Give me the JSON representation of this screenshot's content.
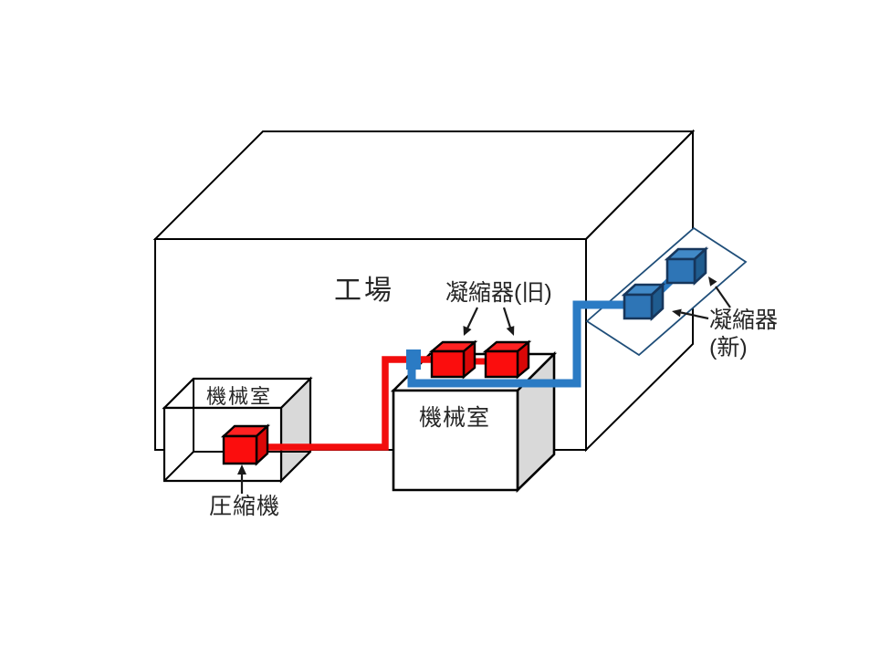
{
  "labels": {
    "factory": "工場",
    "condenser_old": "凝縮器(旧)",
    "condenser_new_line1": "凝縮器",
    "condenser_new_line2": "(新)",
    "machine_room_left": "機械室",
    "machine_room_center": "機械室",
    "compressor": "圧縮機"
  },
  "colors": {
    "bg": "#ffffff",
    "ink": "#000000",
    "text_color": "#262626",
    "pipe_red": "#f20d0d",
    "pipe_blue": "#2b7bc4",
    "red_front": "#fb0d0d",
    "red_top": "#ff2222",
    "red_right": "#d90707",
    "blue_front": "#2e75b6",
    "blue_top": "#4189c7",
    "blue_right": "#1f5c8f",
    "blue_outline": "#16365c",
    "gray_face": "#d9d9d9",
    "platform_outline": "#1f4e79"
  }
}
